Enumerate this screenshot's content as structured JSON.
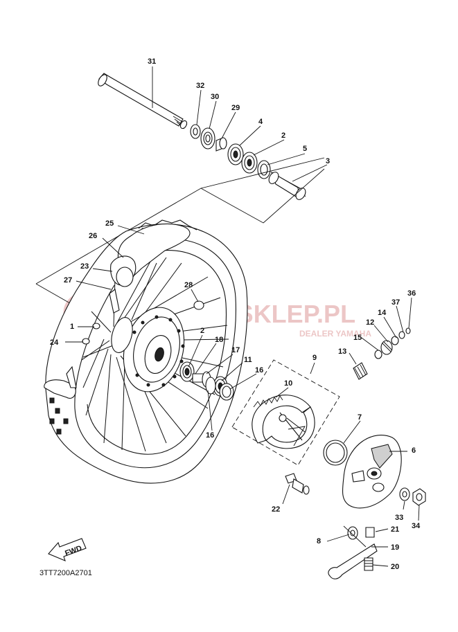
{
  "watermark": {
    "title": "YAMAHA-SKLEP.PL",
    "subtitle": "DEALER YAMAHA",
    "color": "#e8b9b9"
  },
  "diagram_code": "3TT7200A2701",
  "fwd_label": "FWD",
  "callouts": [
    "31",
    "32",
    "30",
    "29",
    "4",
    "2",
    "5",
    "3",
    "25",
    "26",
    "23",
    "27",
    "28",
    "1",
    "24",
    "2",
    "18",
    "17",
    "11",
    "16",
    "16",
    "9",
    "10",
    "7",
    "6",
    "37",
    "36",
    "14",
    "12",
    "15",
    "13",
    "22",
    "33",
    "34",
    "8",
    "21",
    "19",
    "20"
  ]
}
